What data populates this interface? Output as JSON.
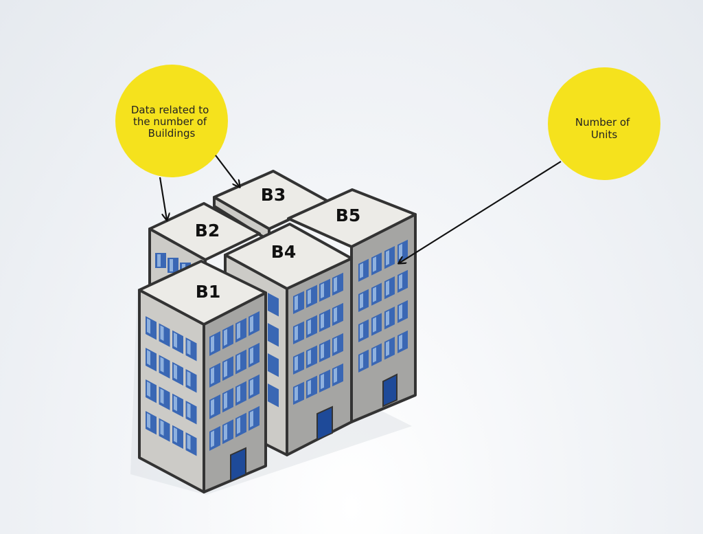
{
  "callouts": {
    "buildings": {
      "lines": [
        "Data related to",
        "the number of",
        "Buildings"
      ]
    },
    "units": {
      "lines": [
        "Number of",
        "Units"
      ]
    }
  },
  "buildings": [
    {
      "label": "B1"
    },
    {
      "label": "B2"
    },
    {
      "label": "B3"
    },
    {
      "label": "B4"
    },
    {
      "label": "B5"
    }
  ],
  "colors": {
    "callout": "#f5e21d",
    "roof": "#ecebe7",
    "wall_left": "#cccbc7",
    "wall_right": "#a5a5a3",
    "outline": "#333333",
    "window_blue": "#3a67b4",
    "window_light": "#8fb1de"
  }
}
